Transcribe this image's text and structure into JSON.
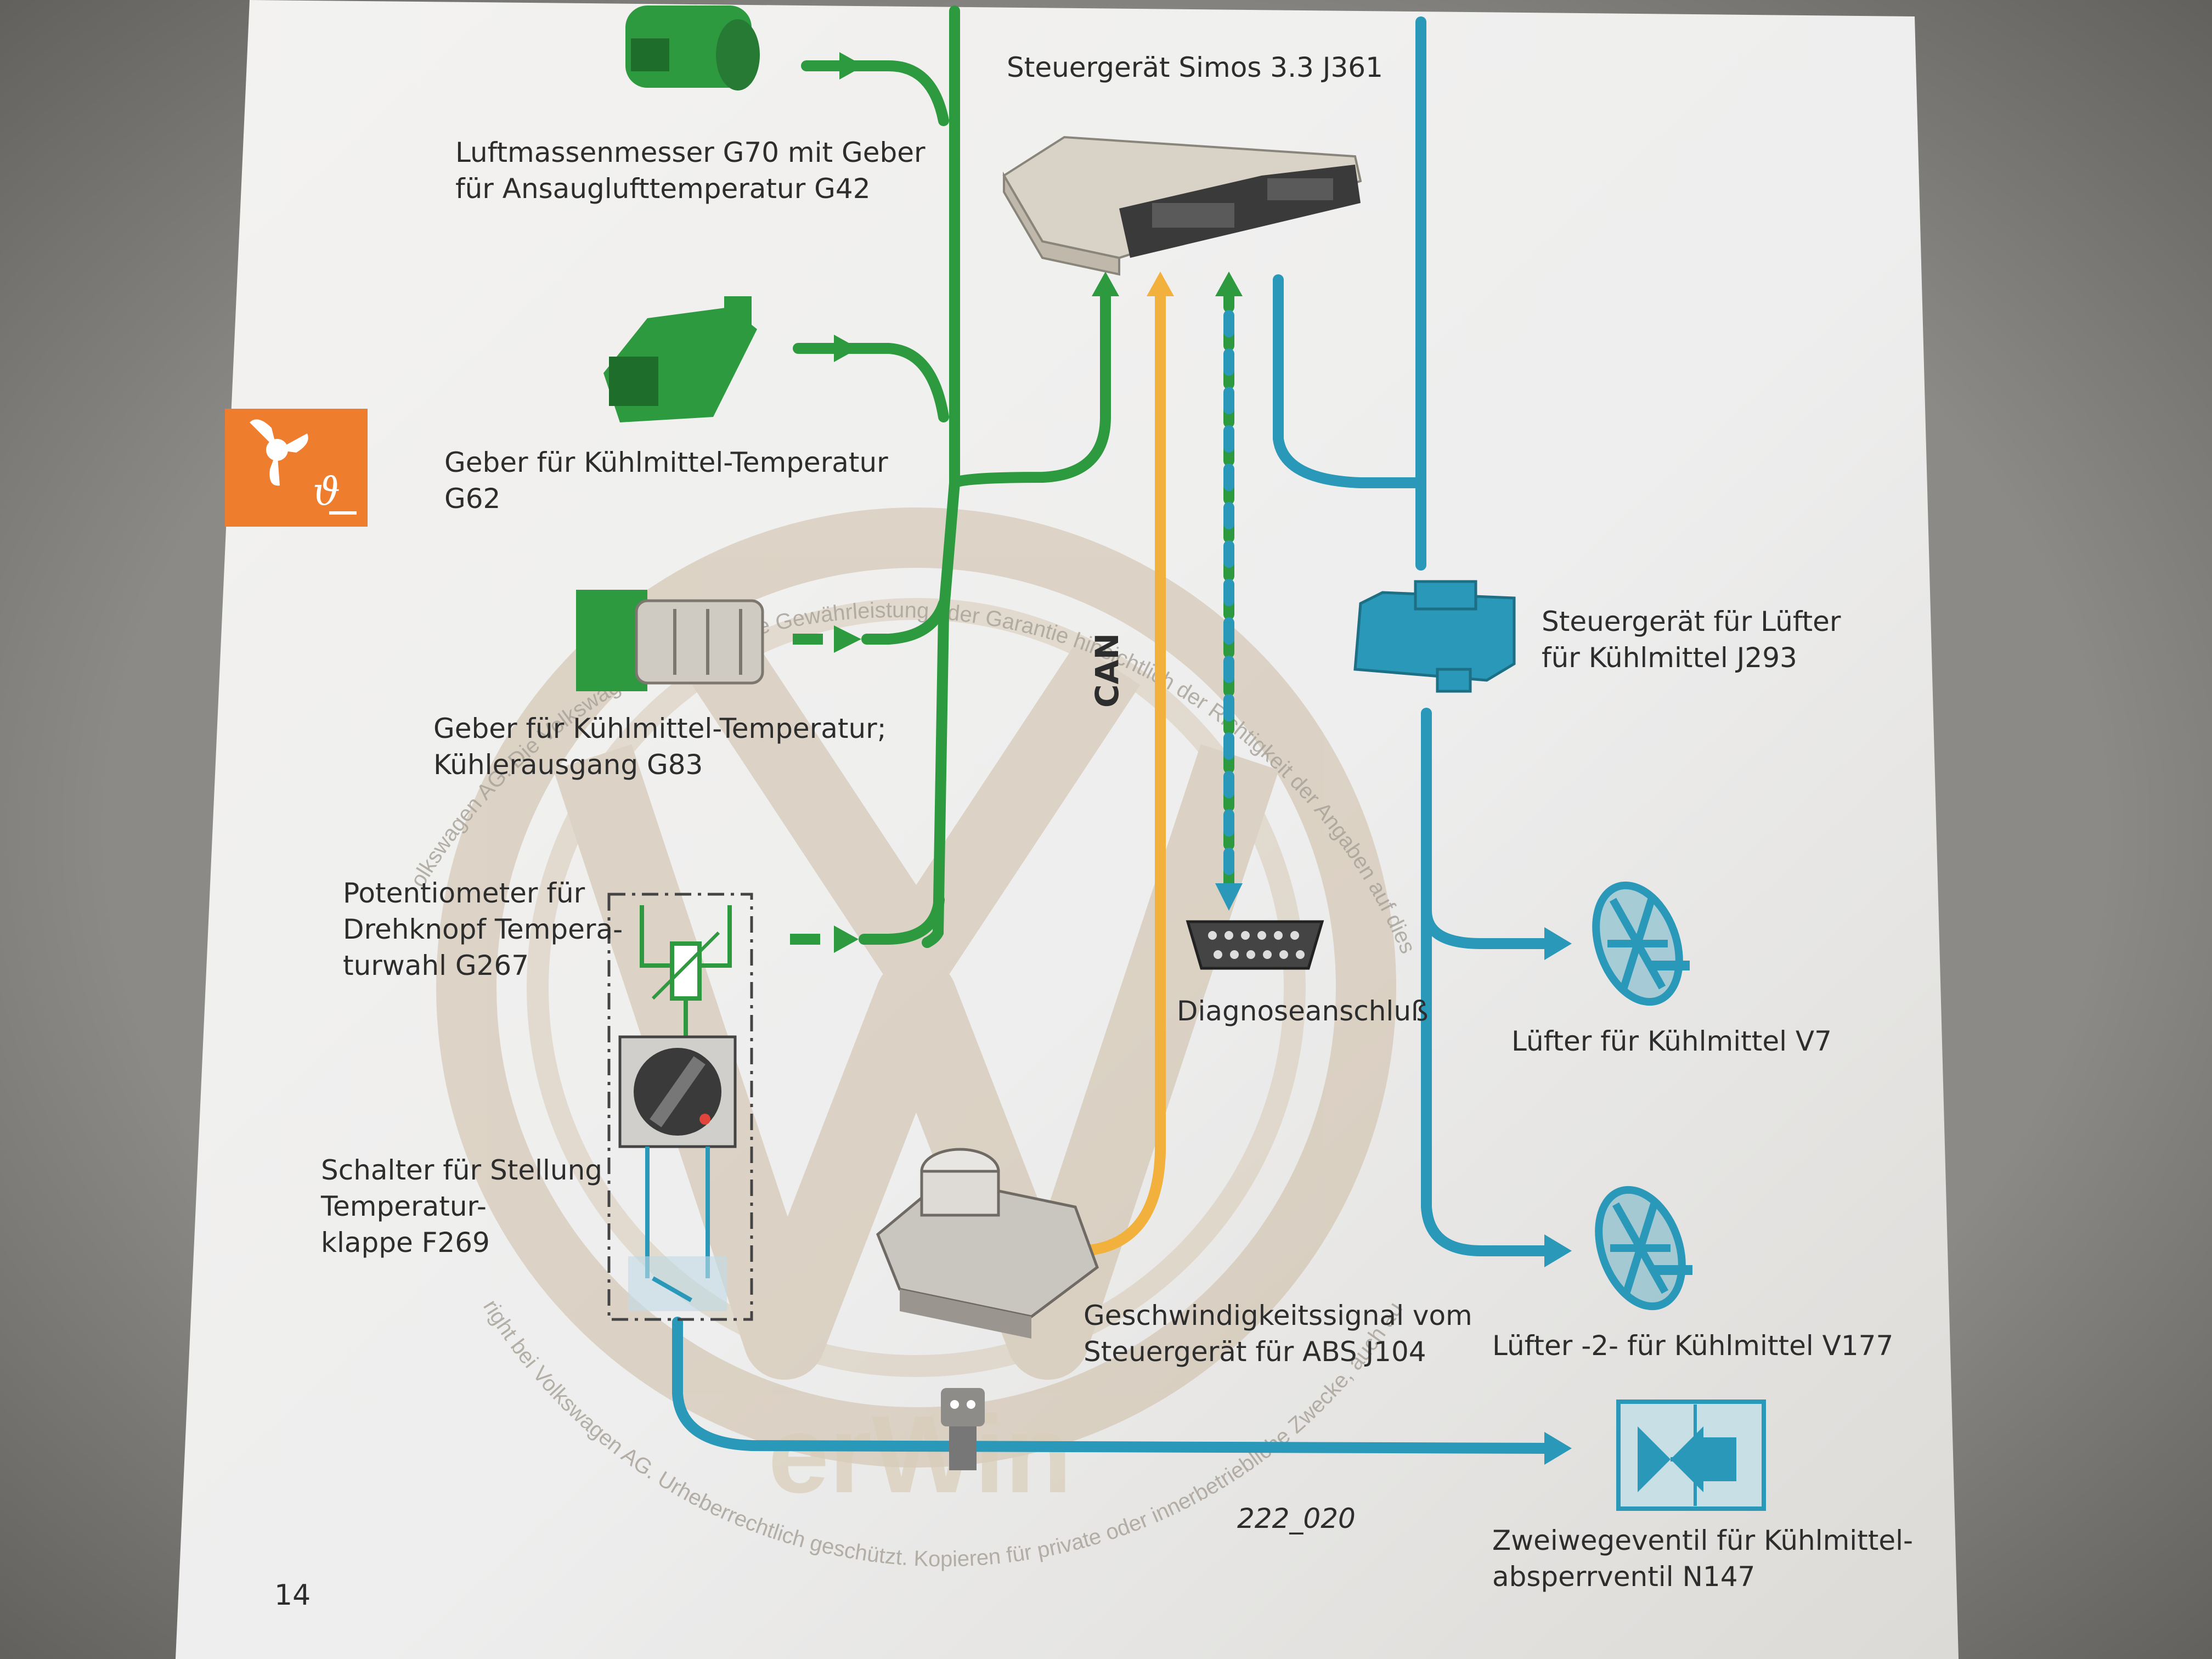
{
  "page": {
    "page_number": "14",
    "figure_id": "222_020"
  },
  "colors": {
    "input_line": "#2e9a3f",
    "output_line": "#2a98b8",
    "can_line": "#f2b13c",
    "section_badge": "#ef7d2e",
    "watermark": "#c9b9a3"
  },
  "components": {
    "ecu": "Steuergerät Simos 3.3 J361",
    "mass_air_flow": "Luftmassenmesser G70 mit Geber\nfür Ansauglufttemperatur G42",
    "coolant_temp_sensor": "Geber für Kühlmittel-Temperatur\nG62",
    "coolant_temp_radiator_outlet": "Geber für Kühlmittel-Temperatur;\nKühlerausgang G83",
    "temp_selector_potentiometer": "Potentiometer für\nDrehknopf Tempera-\nturwahl G267",
    "temp_flap_switch": "Schalter für Stellung\nTemperatur-\nklappe F269",
    "fan_control_unit": "Steuergerät für Lüfter\nfür Kühlmittel J293",
    "diagnosis_connector": "Diagnoseanschluß",
    "coolant_fan": "Lüfter für Kühlmittel V7",
    "coolant_fan_2": "Lüfter -2- für Kühlmittel V177",
    "speed_signal": "Geschwindigkeitssignal vom\nSteuergerät für ABS J104",
    "two_way_valve": "Zweiwegeventil für Kühlmittel-\nabsperrventil N147"
  },
  "bus": {
    "can_label": "CAN"
  },
  "icons": [
    "fan-temperature-icon",
    "ecu-icon",
    "sensor-icon",
    "fan-icon",
    "valve-icon",
    "obd-connector-icon",
    "abs-unit-icon",
    "vw-logo-watermark"
  ],
  "watermark_text": {
    "upper": "olkswagen AG. Die Volkswagen AG gibt keine Gewährleistung oder Garantie hinsichtlich der Richtigkeit der Angaben auf diesem Dokument. Copy",
    "lower": "right bei Volkswagen AG. Urheberrechtlich geschützt. Kopieren für private oder innerbetriebliche Zwecke, auch auszugsweise, nur mit Genehm"
  },
  "sticker_text": "erWin"
}
